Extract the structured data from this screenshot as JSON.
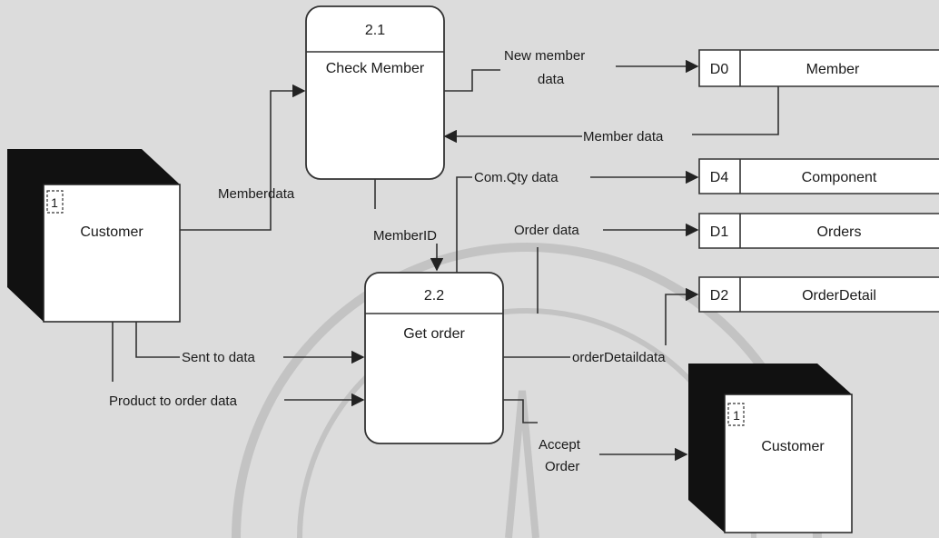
{
  "processes": [
    {
      "id": "2.1",
      "name": "Check Member"
    },
    {
      "id": "2.2",
      "name": "Get order"
    }
  ],
  "entities": [
    {
      "id": "1",
      "name": "Customer"
    },
    {
      "id": "1",
      "name": "Customer"
    }
  ],
  "stores": [
    {
      "id": "D0",
      "name": "Member"
    },
    {
      "id": "D4",
      "name": "Component"
    },
    {
      "id": "D1",
      "name": "Orders"
    },
    {
      "id": "D2",
      "name": "OrderDetail"
    }
  ],
  "flows": {
    "new_member_line1": "New member",
    "new_member_line2": "data",
    "member_data": "Member data",
    "memberdata": "Memberdata",
    "member_id": "MemberID",
    "com_qty": "Com.Qty data",
    "order_data": "Order data",
    "order_detail": "orderDetaildata",
    "sent_to": "Sent to data",
    "product_to_order": "Product to order data",
    "accept_line1": "Accept",
    "accept_line2": "Order"
  },
  "colors": {
    "background": "#dcdcdc",
    "entity_shadow": "#111111",
    "box_fill": "#ffffff",
    "stroke": "#333333"
  }
}
